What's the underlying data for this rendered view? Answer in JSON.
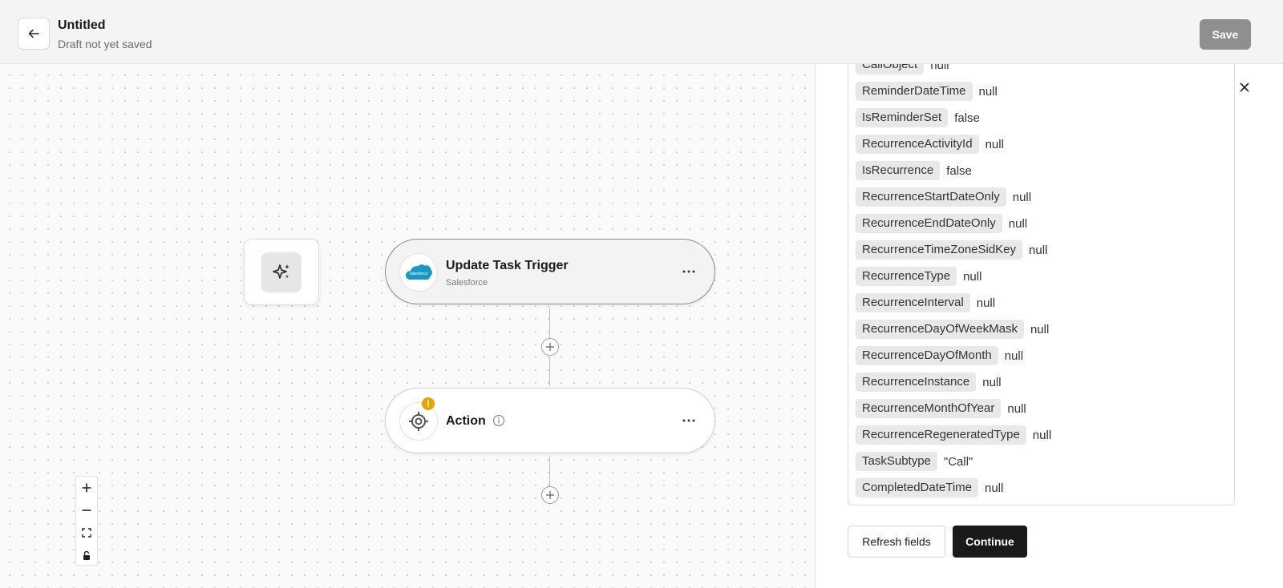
{
  "header": {
    "title": "Untitled",
    "subtitle": "Draft not yet saved",
    "save_label": "Save",
    "back_icon": "arrow-left-icon"
  },
  "canvas": {
    "ai_tile_icon": "sparkles-icon",
    "trigger_node": {
      "title": "Update Task Trigger",
      "subtitle": "Salesforce",
      "icon": "salesforce-cloud-icon",
      "logo_text": "salesforce",
      "menu_icon": "more-horizontal-icon"
    },
    "action_node": {
      "title": "Action",
      "icon": "target-icon",
      "info_icon": "info-icon",
      "warning_badge": "!",
      "menu_icon": "more-horizontal-icon"
    },
    "zoom_controls": [
      "zoom-in-icon",
      "zoom-out-icon",
      "fit-view-icon",
      "lock-icon"
    ]
  },
  "panel": {
    "close_icon": "close-icon",
    "fields": [
      {
        "key": "CallObject",
        "value": "null"
      },
      {
        "key": "ReminderDateTime",
        "value": "null"
      },
      {
        "key": "IsReminderSet",
        "value": "false"
      },
      {
        "key": "RecurrenceActivityId",
        "value": "null"
      },
      {
        "key": "IsRecurrence",
        "value": "false"
      },
      {
        "key": "RecurrenceStartDateOnly",
        "value": "null"
      },
      {
        "key": "RecurrenceEndDateOnly",
        "value": "null"
      },
      {
        "key": "RecurrenceTimeZoneSidKey",
        "value": "null"
      },
      {
        "key": "RecurrenceType",
        "value": "null"
      },
      {
        "key": "RecurrenceInterval",
        "value": "null"
      },
      {
        "key": "RecurrenceDayOfWeekMask",
        "value": "null"
      },
      {
        "key": "RecurrenceDayOfMonth",
        "value": "null"
      },
      {
        "key": "RecurrenceInstance",
        "value": "null"
      },
      {
        "key": "RecurrenceMonthOfYear",
        "value": "null"
      },
      {
        "key": "RecurrenceRegeneratedType",
        "value": "null"
      },
      {
        "key": "TaskSubtype",
        "value": "\"Call\""
      },
      {
        "key": "CompletedDateTime",
        "value": "null"
      }
    ],
    "refresh_label": "Refresh fields",
    "continue_label": "Continue"
  }
}
